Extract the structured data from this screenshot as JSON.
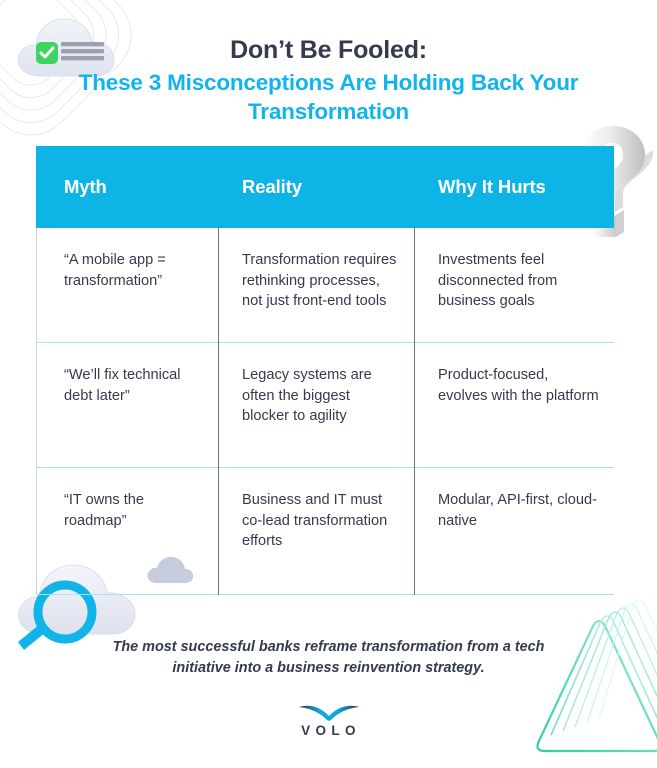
{
  "title": {
    "line1": "Don’t Be Fooled:",
    "line2": "These 3 Misconceptions Are Holding Back Your Transformation"
  },
  "table": {
    "headers": [
      "Myth",
      "Reality",
      "Why It Hurts"
    ],
    "rows": [
      {
        "myth": "“A mobile app = transformation”",
        "reality": "Transformation requires rethinking processes, not just front-end tools",
        "why_it_hurts": "Investments feel disconnected from business goals"
      },
      {
        "myth": "“We’ll fix technical debt later”",
        "reality": "Legacy systems are often the biggest blocker to agility",
        "why_it_hurts": "Product-focused, evolves with the platform"
      },
      {
        "myth": "“IT owns the roadmap”",
        "reality": "Business and IT must co-lead transformation efforts",
        "why_it_hurts": "Modular, API-first, cloud-native"
      }
    ]
  },
  "footer": {
    "quote": "The most successful banks reframe transformation from a tech initiative into a business reinvention strategy.",
    "logo_wordmark": "VOLO"
  },
  "icons": {
    "cloud_checklist": "cloud-checklist-icon",
    "cloud_search": "cloud-magnifier-icon",
    "cloud_small": "small-cloud-icon",
    "question_mark": "question-mark-3d-icon",
    "triangles": "concentric-triangles-icon",
    "outlines": "concentric-outlines-icon",
    "logo_bird": "volo-bird-mark-icon"
  },
  "colors": {
    "accent_blue": "#0FB4E7",
    "title_dark": "#333b4d",
    "row_divider": "#A8E0F6",
    "col_divider": "#6a7383",
    "check_green": "#3DD35F",
    "triangle_teal": "#3FD6A8"
  }
}
